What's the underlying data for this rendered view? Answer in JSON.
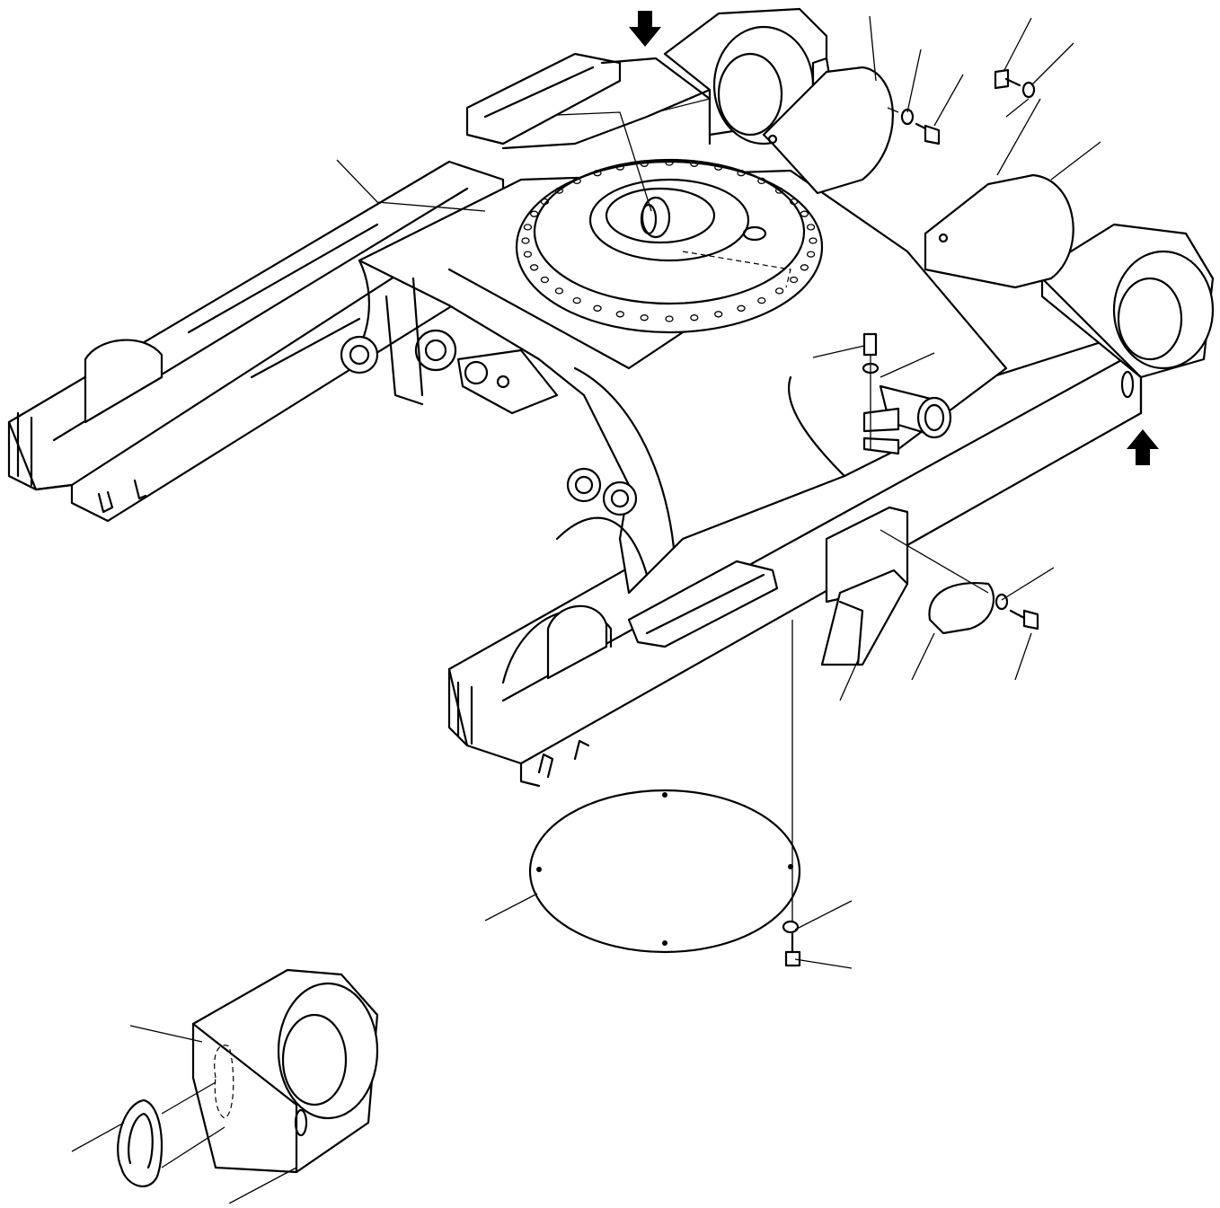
{
  "diagram": {
    "type": "exploded-parts-drawing",
    "subject": "track frame",
    "arrows": [
      "arrow-down-top",
      "arrow-up-right"
    ],
    "leader_count": 17
  }
}
